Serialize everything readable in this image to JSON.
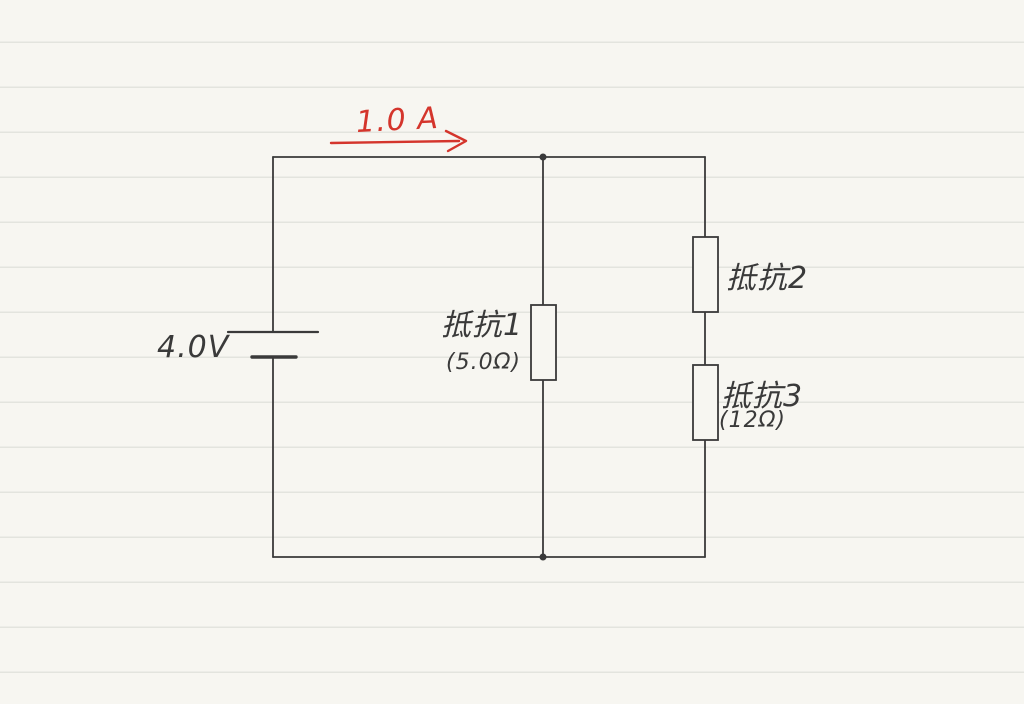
{
  "page": {
    "paper_color": "#f7f6f1",
    "rule_color": "#e3e4de"
  },
  "circuit": {
    "ink_color": "#3a3a3a",
    "current_color": "#d4352c",
    "current": {
      "label": "1.0 A"
    },
    "battery": {
      "label": "4.0V"
    },
    "resistors": [
      {
        "name": "抵抗1",
        "value": "(5.0Ω)"
      },
      {
        "name": "抵抗2"
      },
      {
        "name": "抵抗3",
        "value": "(12Ω)"
      }
    ]
  }
}
